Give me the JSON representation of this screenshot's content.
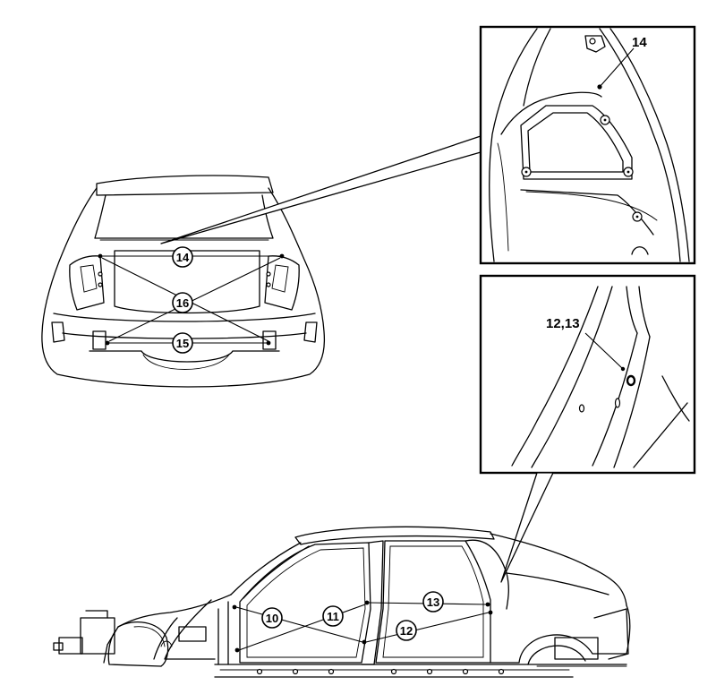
{
  "callouts": {
    "c10": "10",
    "c11": "11",
    "c12": "12",
    "c13": "13",
    "c14": "14",
    "c15": "15",
    "c16": "16"
  },
  "detail_labels": {
    "upper": "14",
    "lower": "12,13"
  }
}
